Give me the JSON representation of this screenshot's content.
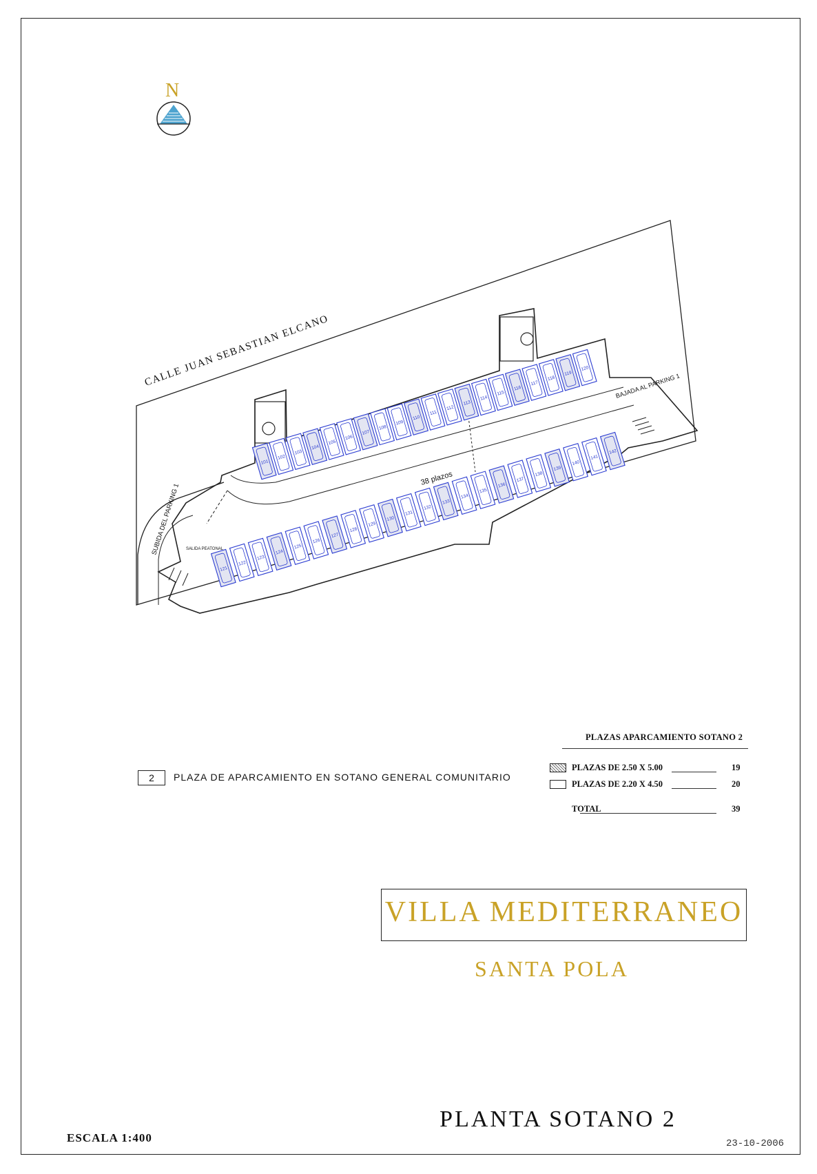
{
  "north": {
    "letter": "N",
    "icon": "north-arrow-icon"
  },
  "plan": {
    "street_name": "CALLE JUAN SEBASTIAN ELCANO",
    "ramp_up_label": "SUBIDA DEL PARKING 1",
    "ramp_down_label": "BAJADA AL PARKING 1",
    "pedestrian_exit_label": "SALIDA PEATONAL",
    "aisle_count_label": "38 plazos",
    "space_numbers_top": [
      "101",
      "102",
      "103",
      "104",
      "105",
      "106",
      "107",
      "108",
      "109",
      "110",
      "111",
      "112",
      "113",
      "114",
      "115",
      "116",
      "117",
      "118",
      "119",
      "120"
    ],
    "space_numbers_bottom": [
      "121",
      "122",
      "123",
      "124",
      "125",
      "126",
      "127",
      "128",
      "129",
      "130",
      "131",
      "132",
      "133",
      "134",
      "135",
      "136",
      "137",
      "138",
      "139",
      "140",
      "141",
      "142"
    ],
    "colors": {
      "space_outline": "#2a3bd1",
      "wall": "#222222",
      "hatch": "#8a8fb0"
    }
  },
  "legend": {
    "box_number": "2",
    "description": "PLAZA DE APARCAMIENTO EN SOTANO GENERAL COMUNITARIO"
  },
  "parking_table": {
    "title": "PLAZAS APARCAMIENTO SOTANO 2",
    "rows": [
      {
        "label": "PLAZAS DE 2.50 X 5.00",
        "value": "19",
        "swatch": "hatched"
      },
      {
        "label": "PLAZAS DE 2.20 X 4.50",
        "value": "20",
        "swatch": "empty"
      }
    ],
    "total_label": "TOTAL",
    "total_value": "39"
  },
  "project": {
    "name": "VILLA MEDITERRANEO",
    "location": "SANTA POLA",
    "accent_color": "#c9a227"
  },
  "sheet": {
    "title": "PLANTA SOTANO 2",
    "scale": "ESCALA 1:400",
    "date": "23-10-2006"
  }
}
